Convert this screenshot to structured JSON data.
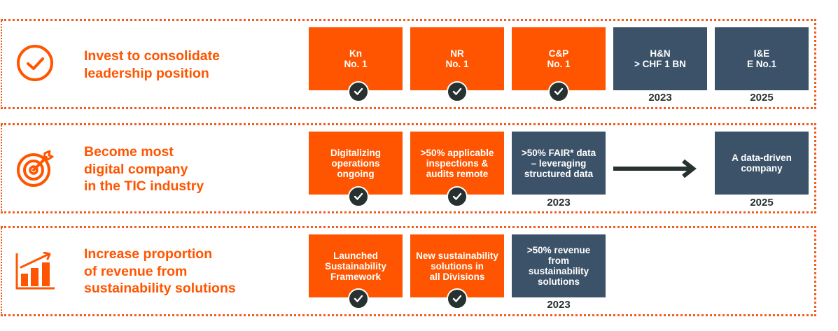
{
  "colors": {
    "accent_orange": "#ff5500",
    "slate": "#3b5268",
    "dark": "#273130",
    "border_dots": "#f25c1e"
  },
  "rows": [
    {
      "icon": "check-circle-icon",
      "title": "Invest to consolidate\nleadership position",
      "boxes": [
        {
          "text": "Kn\nNo. 1",
          "color": "orange",
          "status": "done"
        },
        {
          "text": "NR\nNo. 1",
          "color": "orange",
          "status": "done"
        },
        {
          "text": "C&P\nNo. 1",
          "color": "orange",
          "status": "done"
        },
        {
          "text": "H&N\n> CHF 1 BN",
          "color": "slate",
          "year": "2023"
        },
        {
          "text": "I&E\nE No.1",
          "color": "slate",
          "year": "2025"
        }
      ]
    },
    {
      "icon": "target-icon",
      "title": "Become most\ndigital company\nin the TIC industry",
      "boxes": [
        {
          "text": "Digitalizing\noperations\nongoing",
          "color": "orange",
          "status": "done"
        },
        {
          "text": ">50% applicable\ninspections &\naudits remote",
          "color": "orange",
          "status": "done"
        },
        {
          "text": ">50% FAIR* data\n– leveraging\nstructured data",
          "color": "slate",
          "year": "2023"
        },
        {
          "text": "A data-driven\ncompany",
          "color": "slate",
          "year": "2025"
        }
      ],
      "arrow": "right-arrow-icon"
    },
    {
      "icon": "growth-chart-icon",
      "title": "Increase proportion\nof revenue from\nsustainability solutions",
      "boxes": [
        {
          "text": "Launched\nSustainability\nFramework",
          "color": "orange",
          "status": "done"
        },
        {
          "text": "New sustainability\nsolutions in\nall Divisions",
          "color": "orange",
          "status": "done"
        },
        {
          "text": ">50% revenue\nfrom\nsustainability\nsolutions",
          "color": "slate",
          "year": "2023"
        }
      ]
    }
  ]
}
